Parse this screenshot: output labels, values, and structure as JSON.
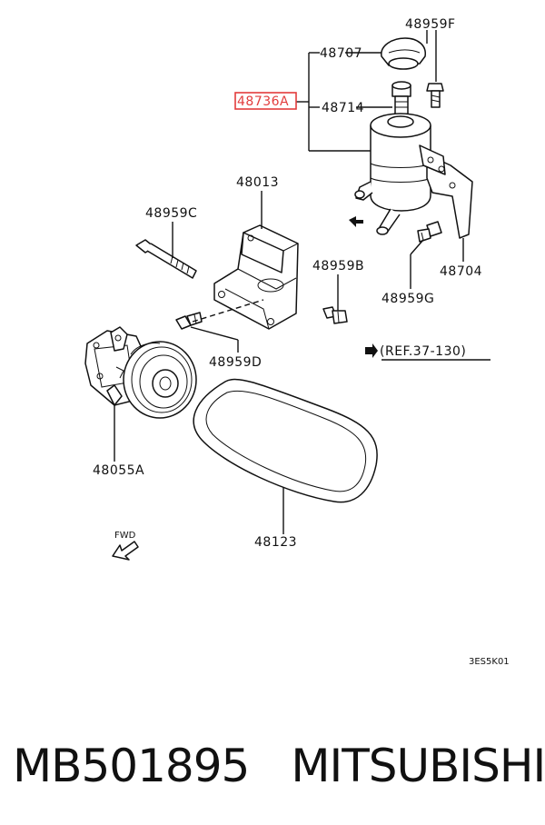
{
  "parts": {
    "p48959F": "48959F",
    "p48707": "48707",
    "p48736A": "48736A",
    "p48714": "48714",
    "p48013": "48013",
    "p48959C": "48959C",
    "p48959B": "48959B",
    "p48704": "48704",
    "p48959G": "48959G",
    "p48959D": "48959D",
    "p48055A": "48055A",
    "p48123": "48123"
  },
  "ref_note": "(REF.37-130)",
  "fwd_label": "FWD",
  "diagram_code": "3ES5K01",
  "caption": {
    "part_number": "MB501895",
    "brand": "MITSUBISHI"
  },
  "highlight_color": "#e23c3c"
}
